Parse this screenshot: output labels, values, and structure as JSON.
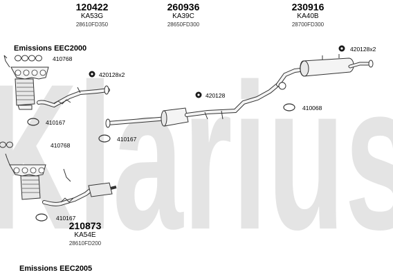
{
  "emissions": {
    "top": "Emissions EEC2000",
    "bottom": "Emissions EEC2005"
  },
  "watermark": {
    "text": "Klarius",
    "color": "#e4e4e4"
  },
  "colors": {
    "line": "#333333",
    "fill": "#f4f4f4",
    "dark": "#1a1a1a"
  },
  "product_groups": [
    {
      "number": "120422",
      "code": "KA53G",
      "oem": "28610FD350"
    },
    {
      "number": "260936",
      "code": "KA39C",
      "oem": "28650FD300"
    },
    {
      "number": "230916",
      "code": "KA40B",
      "oem": "28700FD300"
    },
    {
      "number": "210873",
      "code": "KA54E",
      "oem": "28610FD200"
    }
  ],
  "part_labels": [
    {
      "text": "410768",
      "icon": "clamp-icon"
    },
    {
      "text": "420128x2",
      "icon": "rubber-mount-icon"
    },
    {
      "text": "410167",
      "icon": "gasket-ring-icon"
    },
    {
      "text": "410167",
      "icon": "gasket-ring-icon"
    },
    {
      "text": "410768",
      "icon": "clamp-icon"
    },
    {
      "text": "410167",
      "icon": "gasket-ring-icon"
    },
    {
      "text": "420128",
      "icon": "rubber-mount-icon"
    },
    {
      "text": "420128x2",
      "icon": "rubber-mount-icon"
    },
    {
      "text": "410068",
      "icon": "gasket-ring-icon"
    }
  ]
}
